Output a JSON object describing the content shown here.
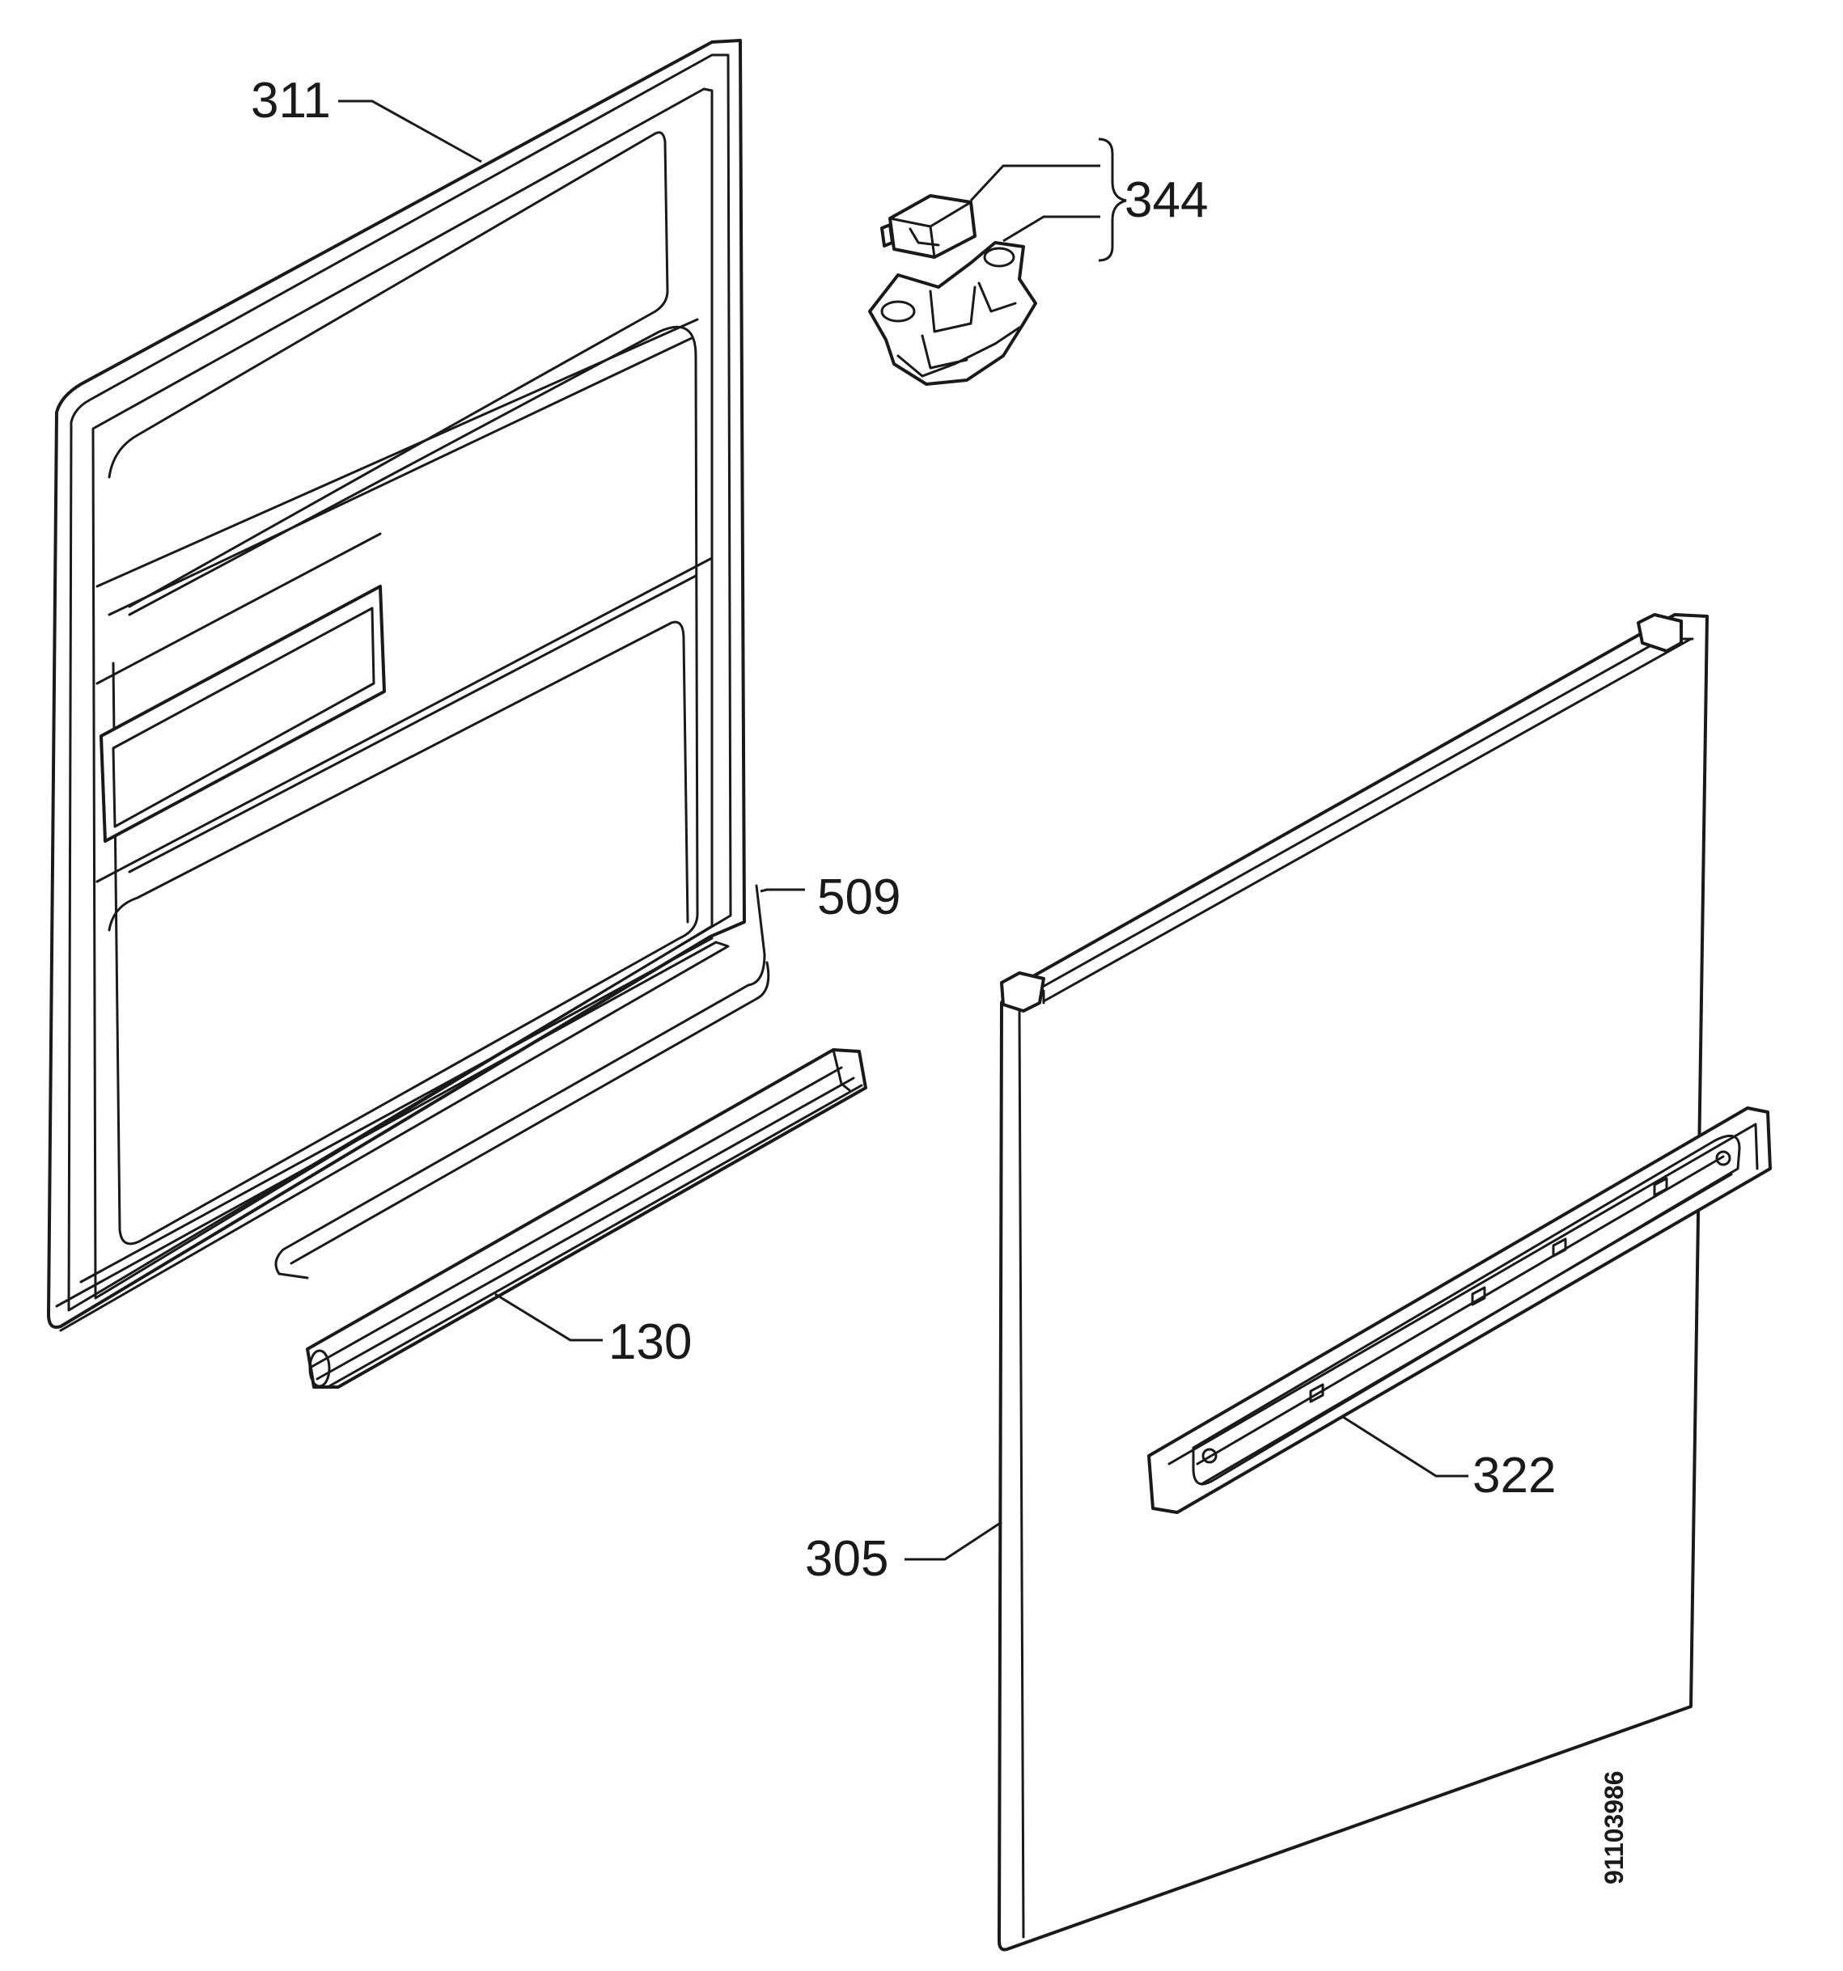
{
  "callouts": {
    "inner_door": "311",
    "latch_assembly": "344",
    "hinge_wire": "509",
    "seal_strip": "130",
    "outer_panel": "305",
    "handle_rail": "322"
  },
  "drawing_number": "91103986"
}
